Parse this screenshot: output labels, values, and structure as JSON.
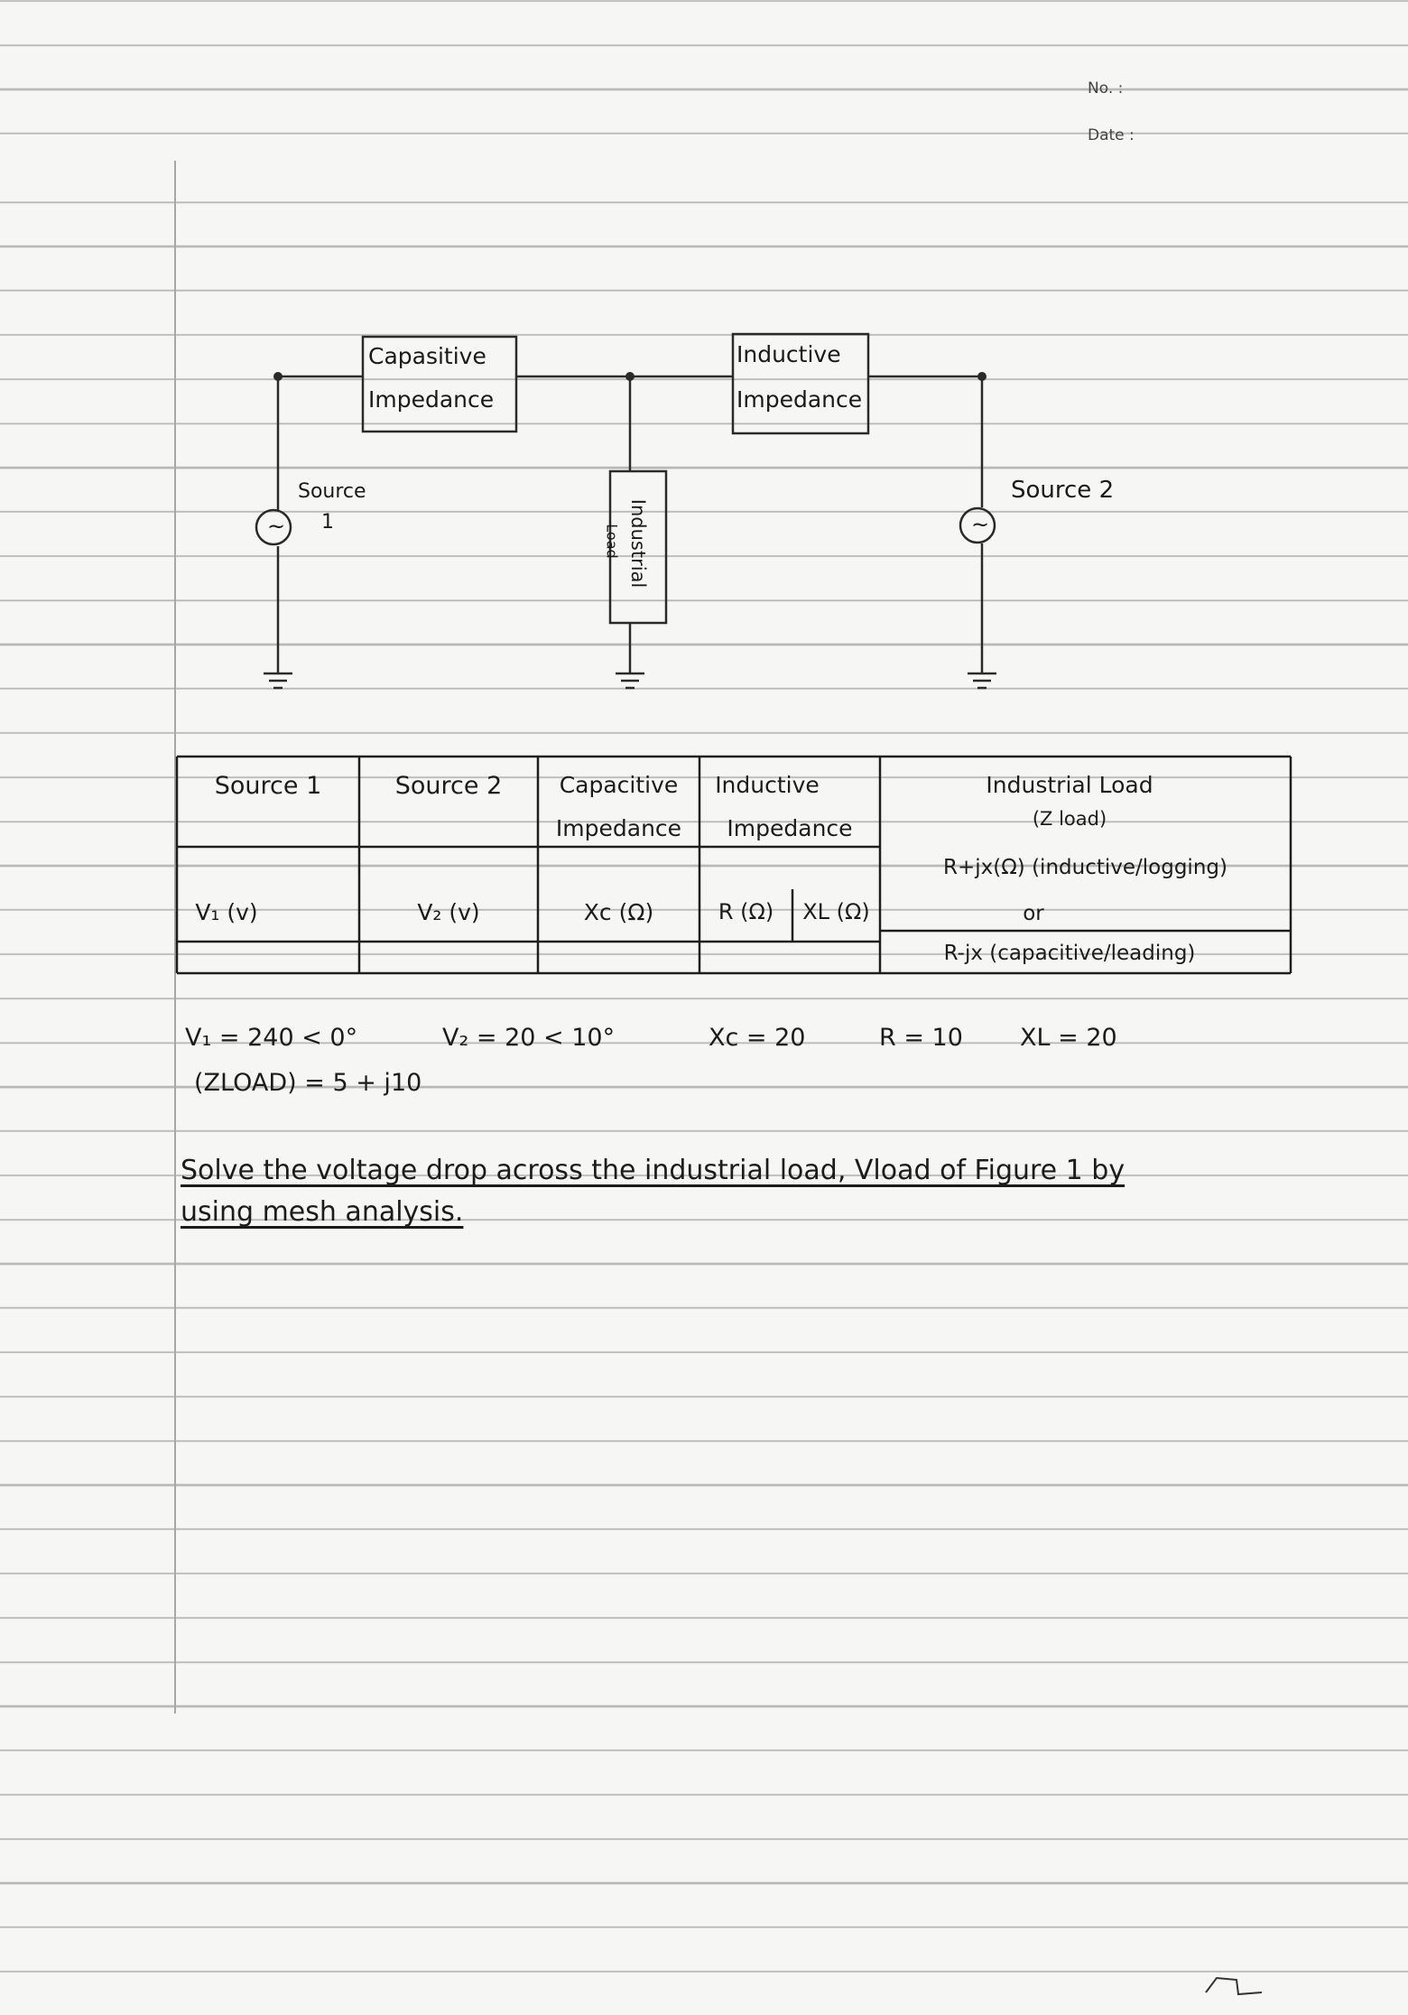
{
  "header": {
    "no_label": "No. :",
    "date_label": "Date :"
  },
  "circuit": {
    "capacitive_label_1": "Capasitive",
    "capacitive_label_2": "Impedance",
    "inductive_label_1": "Inductive",
    "inductive_label_2": "Impedance",
    "load_label_1": "Industrial",
    "load_label_2": "Load",
    "source1_label_1": "Source",
    "source1_label_2": "1",
    "source2_label": "Source 2",
    "source_symbol": "~"
  },
  "table": {
    "headers": {
      "source1": "Source 1",
      "source2": "Source 2",
      "capacitive_1": "Capacitive",
      "capacitive_2": "Impedance",
      "inductive_1": "Inductive",
      "inductive_2": "Impedance",
      "load_1": "Industrial Load",
      "load_2": "(Z load)"
    },
    "load_note_1": "R+jx(Ω) (inductive/logging)",
    "load_note_or": "or",
    "load_note_2": "R-jx (capacitive/leading)",
    "units": {
      "v1": "V₁ (v)",
      "v2": "V₂ (v)",
      "xc": "Xc (Ω)",
      "r": "R (Ω)",
      "xl": "XL (Ω)"
    }
  },
  "given": {
    "v1": "V₁ = 240 < 0°",
    "v2": "V₂ = 20 < 10°",
    "xc": "Xc = 20",
    "r": "R = 10",
    "xl": "XL = 20",
    "zload": "(ZLOAD) = 5 + j10"
  },
  "question": {
    "line1": "Solve the voltage drop across the industrial load, Vload of Figure 1 by",
    "line2": "using mesh analysis."
  },
  "footer": {
    "signature_mark": ""
  }
}
